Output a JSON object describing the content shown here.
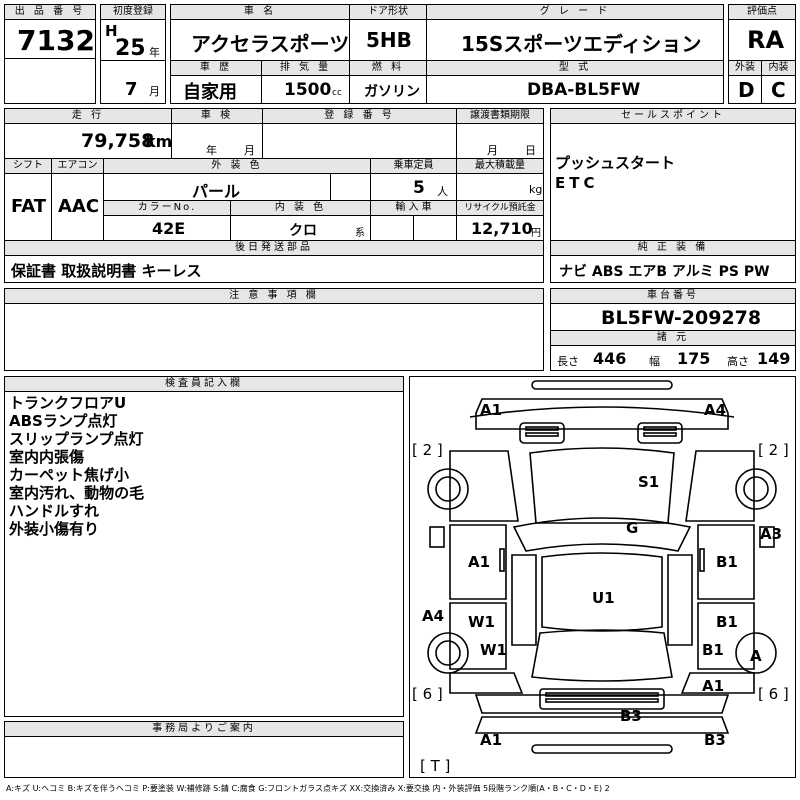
{
  "labels": {
    "lot_no": "出 品 番 号",
    "first_reg": "初度登録",
    "car_name": "車 名",
    "doors": "ドア形状",
    "grade": "グ レ ー ド",
    "score": "評価点",
    "history": "車 歴",
    "displacement": "排 気 量",
    "fuel": "燃 料",
    "model": "型 式",
    "exterior": "外装",
    "interior": "内装",
    "mileage": "走 行",
    "inspection": "車 検",
    "reg_no": "登 録 番 号",
    "transfer_deadline": "譲渡書類期限",
    "sales_points": "セールスポイント",
    "shift": "シフト",
    "aircon": "エアコン",
    "ext_color": "外 装 色",
    "capacity": "乗車定員",
    "max_load": "最大積載量",
    "color_no": "カラーNo.",
    "int_color": "内 装 色",
    "import": "輸 入 車",
    "recycle": "リサイクル預託金",
    "later_parts": "後日発送部品",
    "genuine_equip": "純 正 装 備",
    "notes": "注 意 事 項 欄",
    "chassis_no": "車台番号",
    "dimensions": "諸 元",
    "inspector": "検査員記入欄",
    "office": "事務局よりご案内"
  },
  "units": {
    "year": "年",
    "month": "月",
    "cc": "cc",
    "km": "km",
    "person": "人",
    "kg": "kg",
    "yen": "円",
    "kei": "系",
    "insp_year": "年",
    "insp_month": "月",
    "trans_month": "月",
    "trans_day": "日",
    "len": "長さ",
    "wid": "幅",
    "hei": "高さ"
  },
  "values": {
    "lot_no": "7132",
    "era": "H",
    "reg_year": "25",
    "reg_month": "7",
    "car_name": "アクセラスポーツ",
    "doors": "5HB",
    "grade": "15Sスポーツエディション",
    "score": "RA",
    "history": "自家用",
    "displacement": "1500",
    "fuel": "ガソリン",
    "model": "DBA-BL5FW",
    "exterior": "D",
    "interior": "C",
    "mileage": "79,758",
    "shift": "FAT",
    "aircon": "AAC",
    "ext_color": "パール",
    "capacity": "5",
    "color_no": "42E",
    "int_color": "クロ",
    "recycle": "12,710",
    "later_parts": "保証書 取扱説明書 キーレス",
    "sales_points": [
      "プッシュスタート",
      "ETC"
    ],
    "genuine_equip": "ナビ ABS エアB アルミ PS PW",
    "chassis_no": "BL5FW-209278",
    "length": "446",
    "width": "175",
    "height": "149"
  },
  "inspector_notes": [
    "トランクフロアU",
    "ABSランプ点灯",
    "スリップランプ点灯",
    "室内内張傷",
    "カーペット焦げ小",
    "室内汚れ、動物の毛",
    "ハンドルすれ",
    "外装小傷有り"
  ],
  "diagram_marks": {
    "front_left": "A1",
    "front_right": "A4",
    "left_bracket_top": "[ 2 ]",
    "right_bracket_top": "[ 2 ]",
    "hood": "S1",
    "roof_front": "G",
    "right_fender": "A3",
    "left_front_door": "A1",
    "right_front_door": "B1",
    "roof": "U1",
    "left_rear_door_w": "W1",
    "right_rear_door": "B1",
    "left_sill": "A4",
    "left_rear_w": "W1",
    "right_rear_b": "B1",
    "right_rear_circle": "A",
    "right_quarter": "A1",
    "left_bracket_bottom": "[ 6 ]",
    "right_bracket_bottom": "[ 6 ]",
    "rear_b3": "B3",
    "rear_left": "A1",
    "rear_right": "B3",
    "trunk": "[ T ]"
  },
  "legend": "A:キズ U:ヘコミ B:キズを伴うヘコミ P:要塗装 W:補修跡 S:錆 C:腐食 G:フロントガラス点キズ XX:交換済み X:要交換 内・外装評価 5段階ランク順(A・B・C・D・E) 2"
}
